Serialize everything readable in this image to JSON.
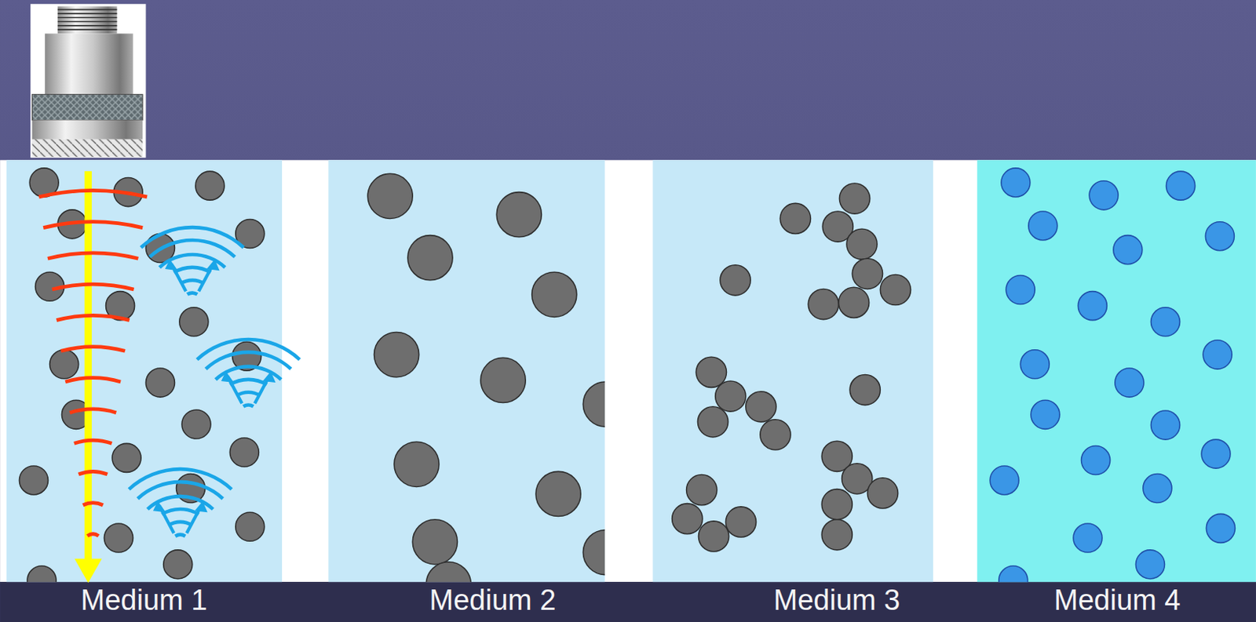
{
  "diagram": {
    "labels": [
      "Medium 1",
      "Medium 2",
      "Medium 3",
      "Medium 4"
    ]
  }
}
